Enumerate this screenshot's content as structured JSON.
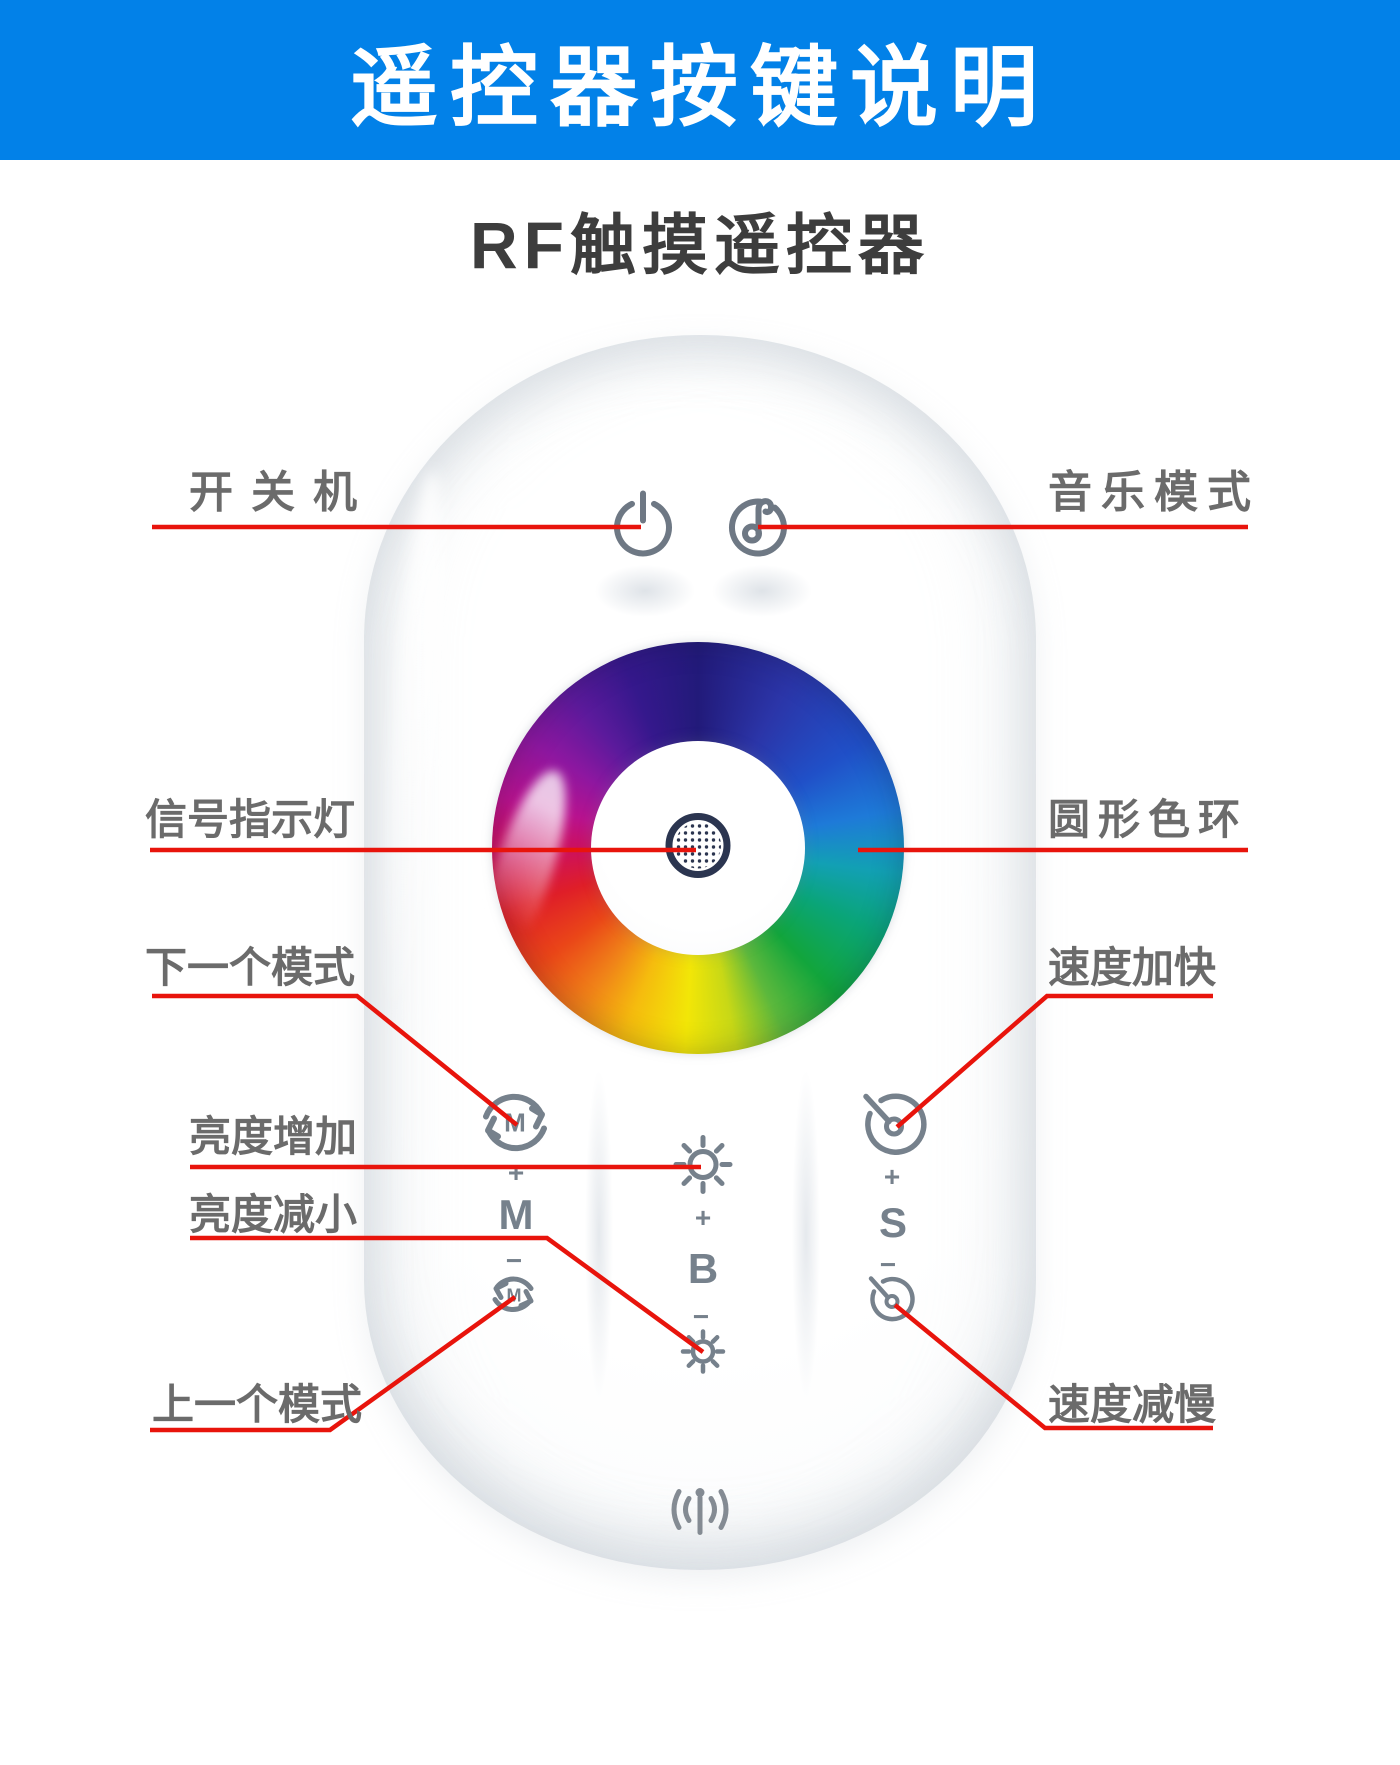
{
  "header": {
    "title": "遥控器按键说明"
  },
  "subtitle": "RF触摸遥控器",
  "callouts": {
    "power": "开关机",
    "music_mode": "音乐模式",
    "signal_indicator": "信号指示灯",
    "color_ring": "圆形色环",
    "next_mode": "下一个模式",
    "speed_up": "速度加快",
    "brightness_up": "亮度增加",
    "brightness_down": "亮度减小",
    "prev_mode": "上一个模式",
    "speed_down": "速度减慢"
  },
  "remote": {
    "mode_letter": "M",
    "brightness_letter": "B",
    "speed_letter": "S",
    "plus": "+",
    "minus": "−",
    "icons": [
      "power-icon",
      "music-mode-icon",
      "color-wheel-ring",
      "signal-led-icon",
      "mode-next-icon",
      "mode-prev-icon",
      "brightness-up-icon",
      "brightness-down-icon",
      "speed-up-icon",
      "speed-down-icon",
      "rf-antenna-icon"
    ]
  },
  "colors": {
    "header_bg": "#0281e8",
    "header_text": "#ffffff",
    "subtitle_text": "#3d3d3d",
    "label_gray": "#6b6b6b",
    "icon_gray": "#6e7884",
    "callout_red": "#e8140c"
  }
}
